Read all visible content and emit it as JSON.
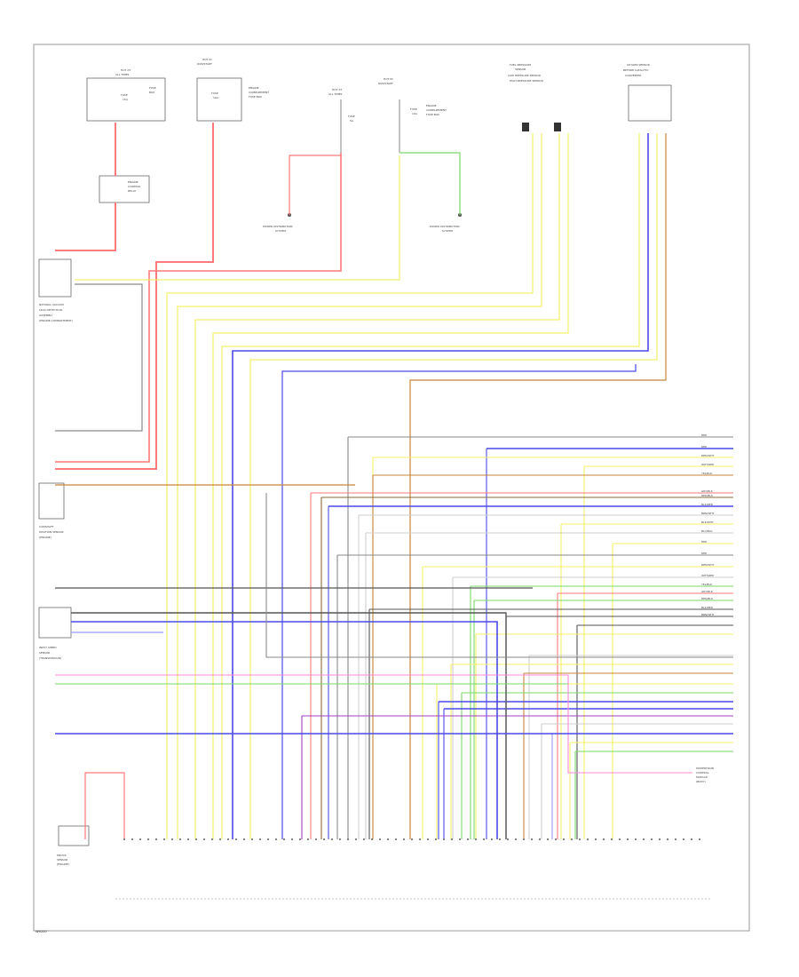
{
  "diagram": {
    "footer_code": "W9200",
    "components": {
      "top_fuse_1": [
        "HOT AT",
        "ALL TIMES",
        "FUSE",
        "15A",
        "FUSE",
        "BOX"
      ],
      "top_fuse_2": [
        "HOT IN",
        "RUN/START",
        "FUSE",
        "10A",
        "ENGINE",
        "COMPARTMENT",
        "FUSE BOX"
      ],
      "top_fuse_3": [
        "HOT AT",
        "ALL TIMES",
        "FUSE",
        "5A"
      ],
      "top_fuse_4": [
        "HOT IN",
        "RUN/START",
        "FUSE",
        "10A",
        "ENGINE",
        "COMPARTMENT",
        "FUSE BOX"
      ],
      "relay": [
        "ENGINE",
        "CONTROL",
        "RELAY"
      ],
      "pd1": [
        "POWER DISTRIBUTION",
        "SYSTEM"
      ],
      "pd2": [
        "POWER DISTRIBUTION",
        "SYSTEM"
      ],
      "upper_right_1": [
        "FUEL PRESSURE",
        "SENSOR"
      ],
      "upper_right_2": [
        "OXYGEN SENSOR"
      ],
      "left_1": [
        "NATURAL VACUUM",
        "LEAK DETECTION",
        "ASSEMBLY"
      ],
      "left_2": [
        "CAMSHAFT",
        "POSITION SENSOR"
      ],
      "left_3": [
        "INPUT SPEED",
        "SENSOR"
      ],
      "bottom_left": [
        "KNOCK",
        "SENSOR"
      ],
      "right_bottom": [
        "POWERTRAIN",
        "CONTROL",
        "MODULE"
      ]
    },
    "wire_labels": [
      "RED",
      "RED",
      "RED/WHT",
      "WHT/RED",
      "YEL/BLK",
      "GRY/BLK",
      "RED/BLK",
      "BLK/RED",
      "BRN/WHT",
      "BLK/WHT",
      "BLU/BLK"
    ]
  }
}
